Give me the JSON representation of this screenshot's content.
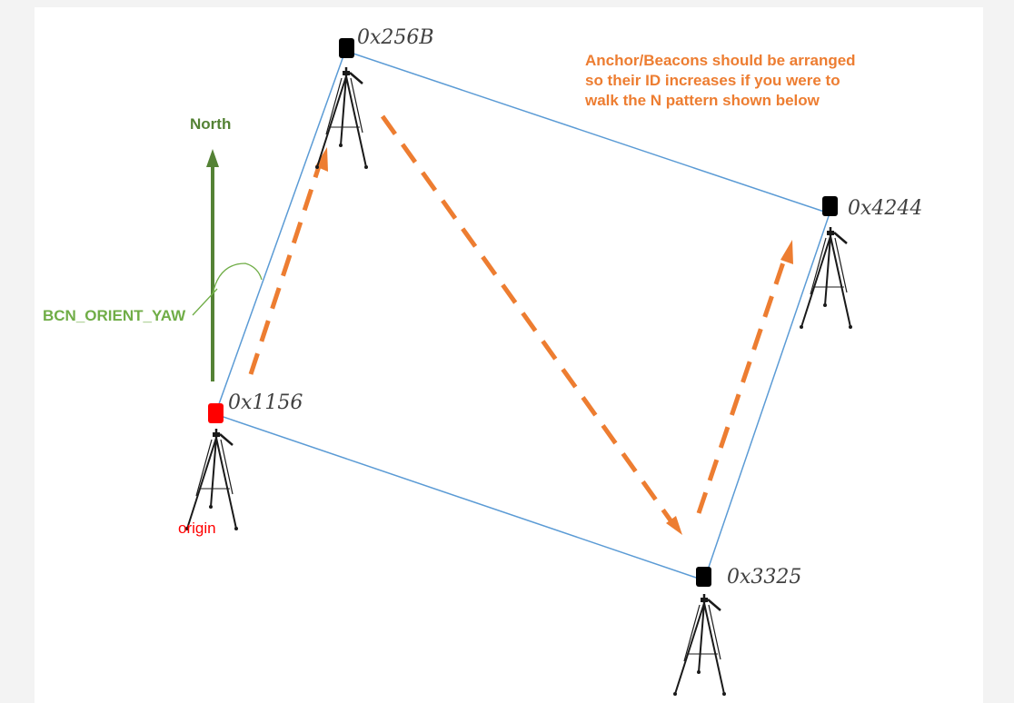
{
  "colors": {
    "north": "#548235",
    "yaw_label": "#70ad47",
    "arrow": "#ed7d31",
    "outline": "#5b9bd5",
    "note": "#ed7d31",
    "origin": "#ff0000",
    "tripod": "#1a1a1a",
    "beacon_ids": "#404040"
  },
  "labels": {
    "north": "North",
    "yaw": "BCN_ORIENT_YAW",
    "origin": "origin"
  },
  "note_lines": [
    "Anchor/Beacons should be arranged",
    "so their ID increases if you were to",
    "walk the N pattern shown below"
  ],
  "beacons": [
    {
      "id": "0x1156",
      "is_origin": true
    },
    {
      "id": "0x256B",
      "is_origin": false
    },
    {
      "id": "0x3325",
      "is_origin": false
    },
    {
      "id": "0x4244",
      "is_origin": false
    }
  ],
  "icons": {
    "tripod": "tripod-icon",
    "beacon": "beacon-icon",
    "north_arrow": "north-arrow-icon",
    "yaw_arc": "yaw-arc-icon",
    "walk_arrow": "walk-arrow-icon"
  }
}
